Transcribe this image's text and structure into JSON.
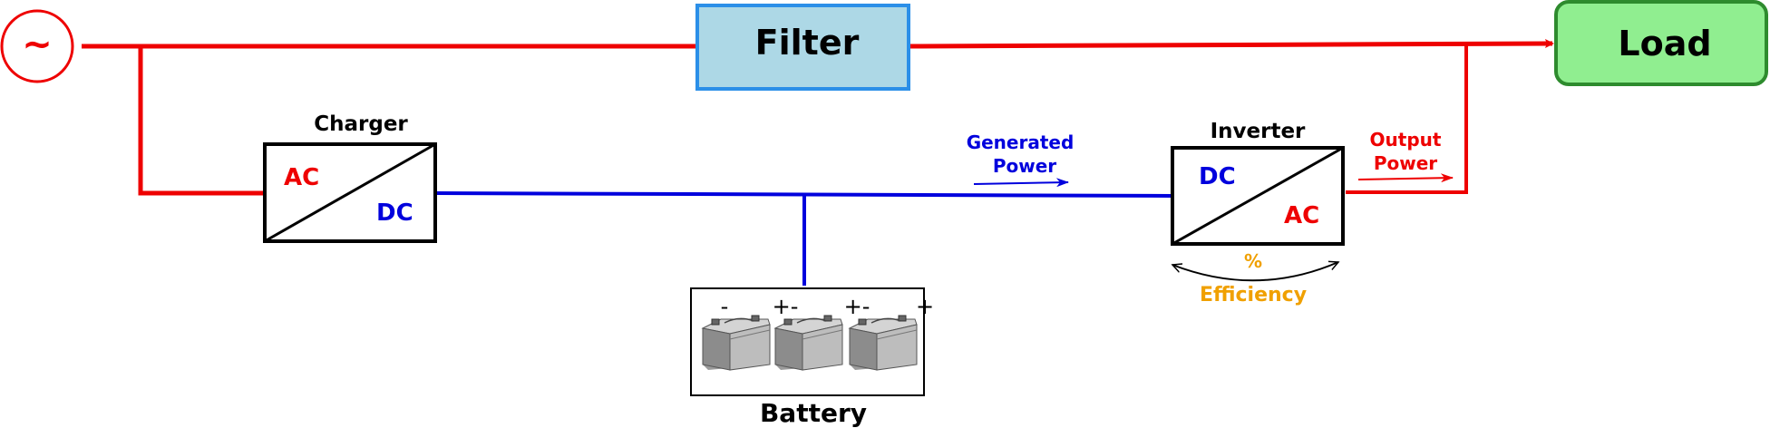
{
  "source": {
    "symbol": "~"
  },
  "filter": {
    "label": "Filter"
  },
  "load": {
    "label": "Load"
  },
  "charger": {
    "title": "Charger",
    "input": "AC",
    "output": "DC"
  },
  "inverter": {
    "title": "Inverter",
    "input": "DC",
    "output": "AC"
  },
  "battery": {
    "label": "Battery",
    "terminals": [
      "-",
      "+-",
      "+-",
      "+"
    ]
  },
  "annotations": {
    "generated_power": [
      "Generated",
      "Power"
    ],
    "output_power": [
      "Output",
      "Power"
    ],
    "efficiency_symbol": "%",
    "efficiency_label": "Efficiency"
  },
  "colors": {
    "ac": "#ee0000",
    "dc": "#0000dd",
    "filter_fill": "#add8e6",
    "filter_border": "#2b8fe8",
    "load_fill": "#90ee90",
    "load_border": "#2e8b2e",
    "efficiency": "#f0a000"
  }
}
